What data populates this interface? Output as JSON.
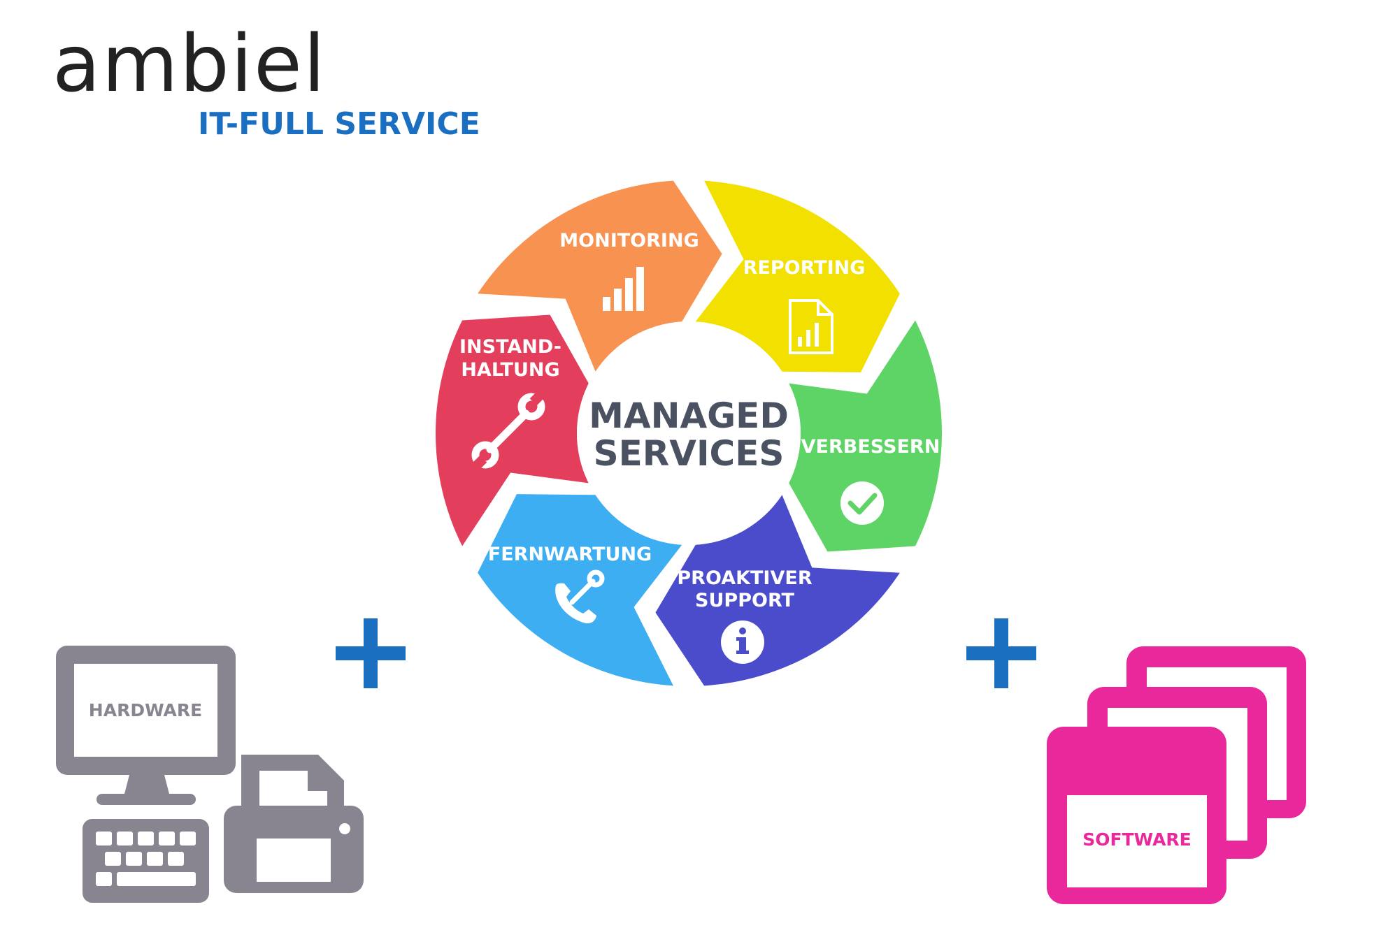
{
  "brand": {
    "logo_text": "ambiel",
    "tagline": "IT-FULL SERVICE",
    "tagline_color": "#1a6fc0"
  },
  "cycle": {
    "center_line1": "MANAGED",
    "center_line2": "SERVICES",
    "segments": [
      {
        "key": "monitoring",
        "lines": [
          "MONITORING"
        ],
        "color": "#f79250",
        "icon": "bar-chart-icon"
      },
      {
        "key": "reporting",
        "lines": [
          "REPORTING"
        ],
        "color": "#f2e100",
        "icon": "report-document-icon"
      },
      {
        "key": "verbessern",
        "lines": [
          "VERBESSERN"
        ],
        "color": "#5fd466",
        "icon": "check-circle-icon"
      },
      {
        "key": "proaktiver-support",
        "lines": [
          "PROAKTIVER",
          "SUPPORT"
        ],
        "color": "#4b4ccc",
        "icon": "info-circle-icon"
      },
      {
        "key": "fernwartung",
        "lines": [
          "FERNWARTUNG"
        ],
        "color": "#3eaef2",
        "icon": "phone-tool-icon"
      },
      {
        "key": "instandhaltung",
        "lines": [
          "INSTAND-",
          "HALTUNG"
        ],
        "color": "#e33e5c",
        "icon": "wrench-icon"
      }
    ]
  },
  "hardware": {
    "label": "HARDWARE",
    "color": "#888590",
    "icon": "computer-printer-icon"
  },
  "software": {
    "label": "SOFTWARE",
    "color": "#e8289b",
    "icon": "stacked-windows-icon"
  },
  "plus_color": "#1a6fc0"
}
